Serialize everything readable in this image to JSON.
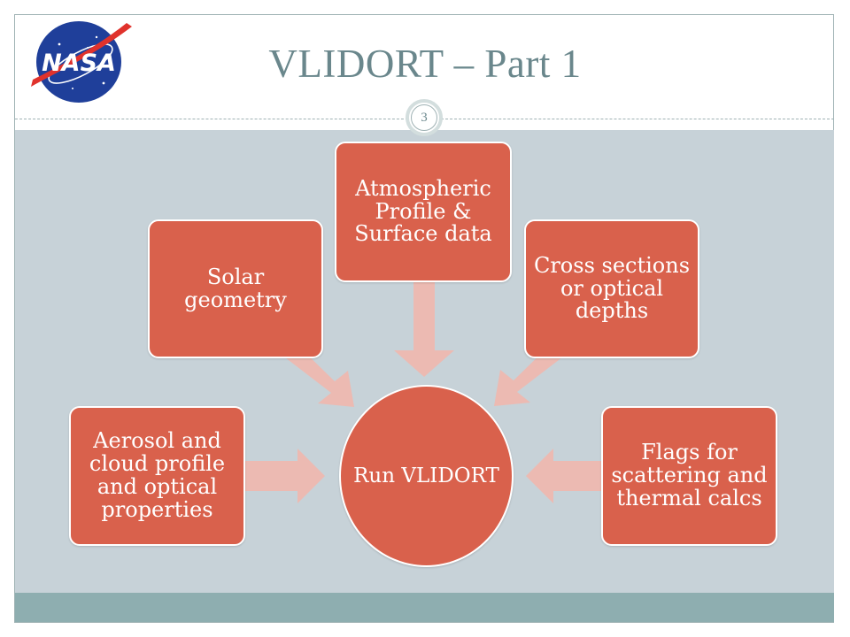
{
  "slide": {
    "title": "VLIDORT – Part 1",
    "page_number": "3"
  },
  "logo": {
    "text": "NASA",
    "icon": "nasa-meatball-icon"
  },
  "diagram": {
    "center": "Run VLIDORT",
    "nodes": {
      "solar": "Solar geometry",
      "atmospheric": "Atmospheric Profile & Surface data",
      "cross_sections": "Cross sections or optical depths",
      "aerosol": "Aerosol and cloud profile and optical properties",
      "flags": "Flags for scattering and thermal calcs"
    }
  },
  "colors": {
    "node_fill": "#d9614c",
    "arrow_fill": "#ecbab2",
    "panel": "#c7d2d8",
    "footer": "#8eaeb0",
    "title": "#6a878c"
  }
}
